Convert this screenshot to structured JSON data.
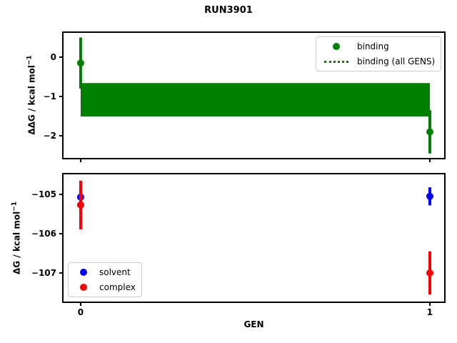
{
  "title": "RUN3901",
  "xlabel": "GEN",
  "colors": {
    "binding": "#008000",
    "solvent": "#0000ff",
    "complex": "#ff0000",
    "spine": "#000000",
    "legend_border": "#cccccc",
    "background": "#ffffff"
  },
  "chart_data": [
    {
      "type": "scatter",
      "ylabel": {
        "base": "ΔΔG / kcal mol",
        "sup": "−1"
      },
      "xlim": [
        -0.051,
        1.043
      ],
      "ylim": [
        -2.582,
        0.636
      ],
      "xticks": [
        0,
        1
      ],
      "xticklabels": [
        "",
        ""
      ],
      "yticks": [
        0,
        -1,
        -2
      ],
      "yticklabels": [
        "0",
        "−1",
        "−2"
      ],
      "series": [
        {
          "name": "binding",
          "color": "#008000",
          "marker": "circle",
          "x": [
            0,
            1
          ],
          "y": [
            -0.15,
            -1.9
          ],
          "yerr": [
            0.65,
            0.55
          ]
        }
      ],
      "band": {
        "name": "binding (all GENS)",
        "color": "#008000",
        "x_start": 0,
        "x_end": 1,
        "y_top": -0.66,
        "y_bottom": -1.51,
        "center": -1.085,
        "center_linestyle": "dotted"
      },
      "legend": {
        "position": "top-right",
        "items": [
          {
            "label": "binding",
            "marker": "dot",
            "color": "#008000"
          },
          {
            "label": "binding (all GENS)",
            "marker": "dotted-line",
            "color": "#008000"
          }
        ]
      }
    },
    {
      "type": "scatter",
      "ylabel": {
        "base": "ΔG / kcal mol",
        "sup": "−1"
      },
      "xlim": [
        -0.051,
        1.043
      ],
      "ylim": [
        -107.745,
        -104.473
      ],
      "xticks": [
        0,
        1
      ],
      "xticklabels": [
        "0",
        "1"
      ],
      "yticks": [
        -105,
        -106,
        -107
      ],
      "yticklabels": [
        "−105",
        "−106",
        "−107"
      ],
      "series": [
        {
          "name": "solvent",
          "color": "#0000ff",
          "marker": "circle",
          "x": [
            0,
            1
          ],
          "y": [
            -105.07,
            -105.05
          ],
          "yerr": [
            0.17,
            0.23
          ]
        },
        {
          "name": "complex",
          "color": "#ff0000",
          "marker": "circle",
          "x": [
            0,
            1
          ],
          "y": [
            -105.27,
            -107.0
          ],
          "yerr": [
            0.62,
            0.55
          ]
        }
      ],
      "legend": {
        "position": "bottom-left",
        "items": [
          {
            "label": "solvent",
            "marker": "dot",
            "color": "#0000ff"
          },
          {
            "label": "complex",
            "marker": "dot",
            "color": "#ff0000"
          }
        ]
      }
    }
  ]
}
